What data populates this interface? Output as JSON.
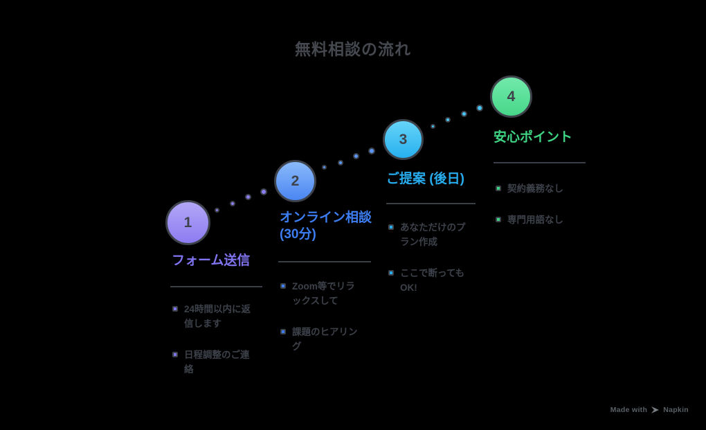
{
  "title": "無料相談の流れ",
  "steps": [
    {
      "number": "1",
      "label": "フォーム送信",
      "accent": "#8174f0",
      "circle_top": "#b2a6f6",
      "circle_bottom": "#8d7cf2",
      "bullets": [
        "24時間以内に返信します",
        "日程調整のご連絡"
      ]
    },
    {
      "number": "2",
      "label": "オンライン相談 (30分)",
      "accent": "#3c7df2",
      "circle_top": "#8abafa",
      "circle_bottom": "#4b86f2",
      "bullets": [
        "Zoom等でリラックスして",
        "課題のヒアリング"
      ]
    },
    {
      "number": "3",
      "label": "ご提案 (後日)",
      "accent": "#27acee",
      "circle_top": "#66d4f8",
      "circle_bottom": "#27b0ef",
      "bullets": [
        "あなただけのプラン作成",
        "ここで断ってもOK!"
      ]
    },
    {
      "number": "4",
      "label": "安心ポイント",
      "accent": "#3ed584",
      "circle_top": "#72e9ab",
      "circle_bottom": "#47d789",
      "bullets": [
        "契約義務なし",
        "専門用語なし"
      ]
    }
  ],
  "connector_dot_colors": [
    "#8b7cf0",
    "#5b96f5",
    "#45c6f5"
  ],
  "footer": {
    "made_with": "Made with",
    "brand": "Napkin"
  },
  "colors": {
    "background": "#000000",
    "text_dark": "#3d414a",
    "divider": "#3a3f47",
    "outline": "#3d424b"
  }
}
